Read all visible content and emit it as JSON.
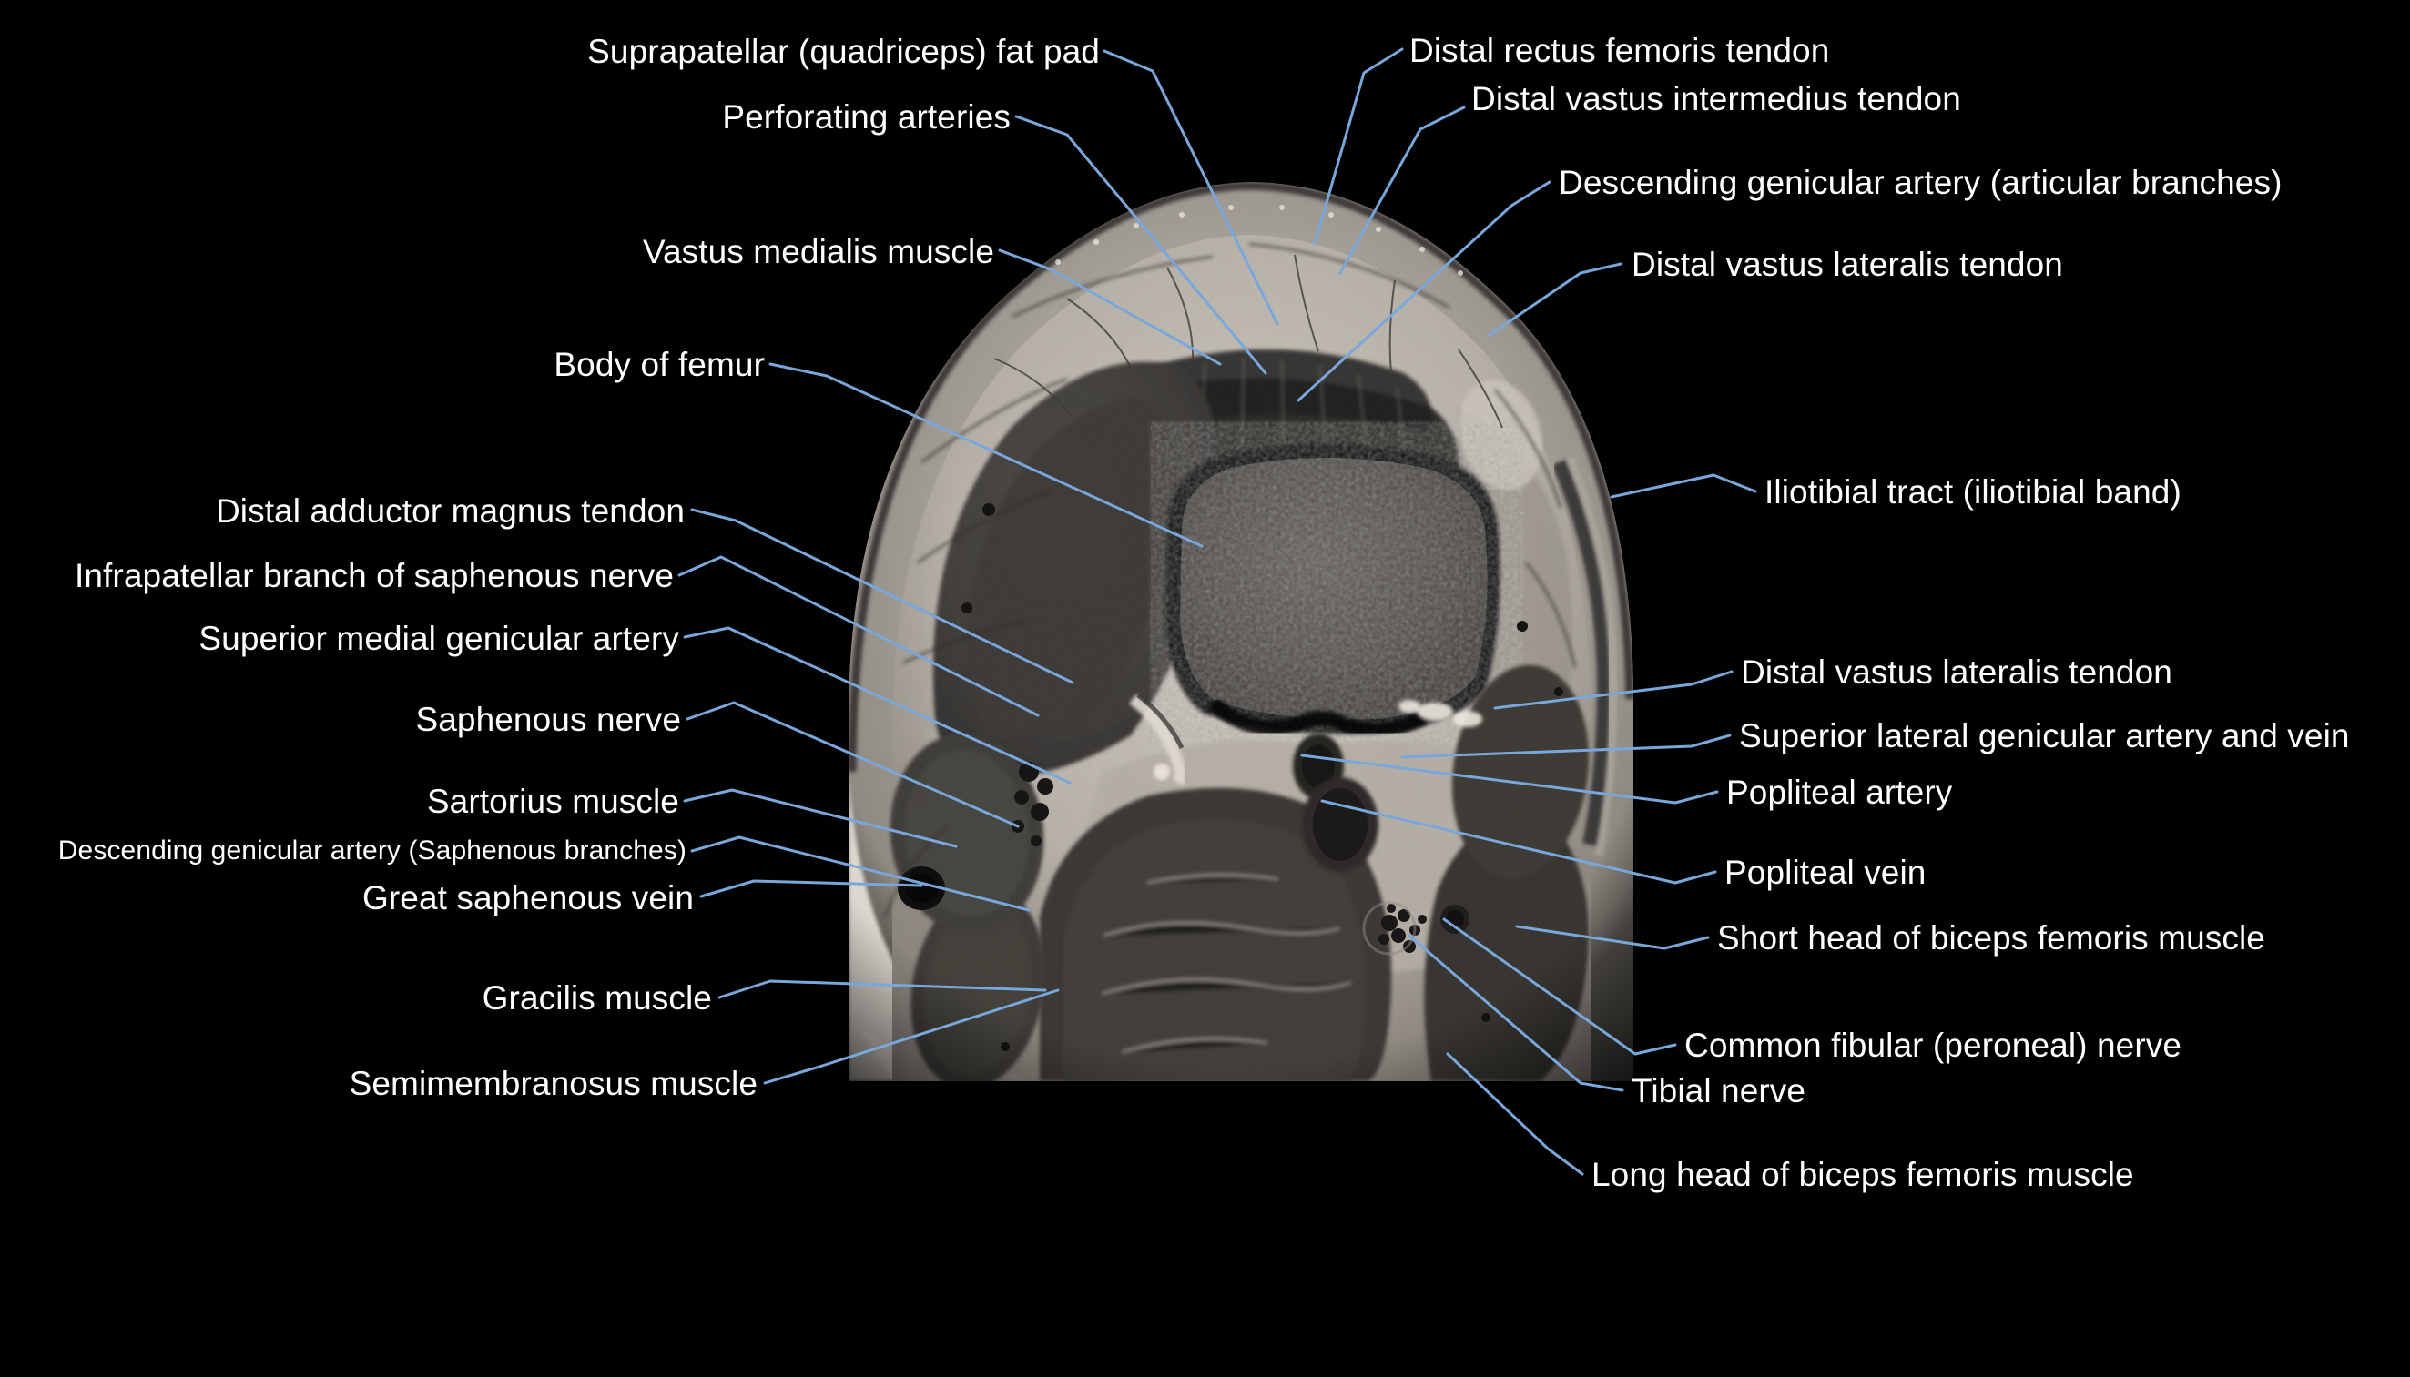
{
  "figure": {
    "type": "labeled-medical-image",
    "modality": "MRI",
    "plane": "axial",
    "region": "knee / distal thigh",
    "background_color": "#000000",
    "label_color": "#ffffff",
    "leader_line_color": "#7aa7db"
  },
  "labels_left": [
    {
      "id": "suprapatellar-fat-pad",
      "text": "Suprapatellar (quadriceps) fat pad"
    },
    {
      "id": "perforating-arteries",
      "text": "Perforating arteries"
    },
    {
      "id": "vastus-medialis-muscle",
      "text": "Vastus medialis muscle"
    },
    {
      "id": "body-of-femur",
      "text": "Body of femur"
    },
    {
      "id": "distal-adductor-magnus-tendon",
      "text": "Distal adductor magnus tendon"
    },
    {
      "id": "infrapatellar-branch-saphenous-nerve",
      "text": "Infrapatellar branch of saphenous nerve"
    },
    {
      "id": "superior-medial-genicular-artery",
      "text": "Superior medial genicular artery"
    },
    {
      "id": "saphenous-nerve",
      "text": "Saphenous nerve"
    },
    {
      "id": "sartorius-muscle",
      "text": "Sartorius muscle"
    },
    {
      "id": "descending-genicular-artery-saphenous",
      "text": "Descending genicular artery (Saphenous branches)"
    },
    {
      "id": "great-saphenous-vein",
      "text": "Great saphenous vein"
    },
    {
      "id": "gracilis-muscle",
      "text": "Gracilis muscle"
    },
    {
      "id": "semimembranosus-muscle",
      "text": "Semimembranosus muscle"
    }
  ],
  "labels_right": [
    {
      "id": "distal-rectus-femoris-tendon",
      "text": "Distal rectus femoris  tendon"
    },
    {
      "id": "distal-vastus-intermedius-tendon",
      "text": "Distal vastus intermedius tendon"
    },
    {
      "id": "descending-genicular-artery-articular",
      "text": "Descending genicular artery (articular branches)"
    },
    {
      "id": "distal-vastus-lateralis-tendon-upper",
      "text": "Distal vastus lateralis tendon"
    },
    {
      "id": "iliotibial-tract",
      "text": "Iliotibial tract (iliotibial band)"
    },
    {
      "id": "distal-vastus-lateralis-tendon-lower",
      "text": "Distal vastus lateralis tendon"
    },
    {
      "id": "superior-lateral-genicular-artery-vein",
      "text": "Superior lateral genicular artery and vein"
    },
    {
      "id": "popliteal-artery",
      "text": "Popliteal artery"
    },
    {
      "id": "popliteal-vein",
      "text": "Popliteal vein"
    },
    {
      "id": "short-head-biceps-femoris-muscle",
      "text": "Short head of biceps femoris muscle"
    },
    {
      "id": "common-fibular-nerve",
      "text": "Common fibular (peroneal) nerve"
    },
    {
      "id": "tibial-nerve",
      "text": "Tibial nerve"
    },
    {
      "id": "long-head-biceps-femoris-muscle",
      "text": "Long head of biceps femoris muscle"
    }
  ]
}
